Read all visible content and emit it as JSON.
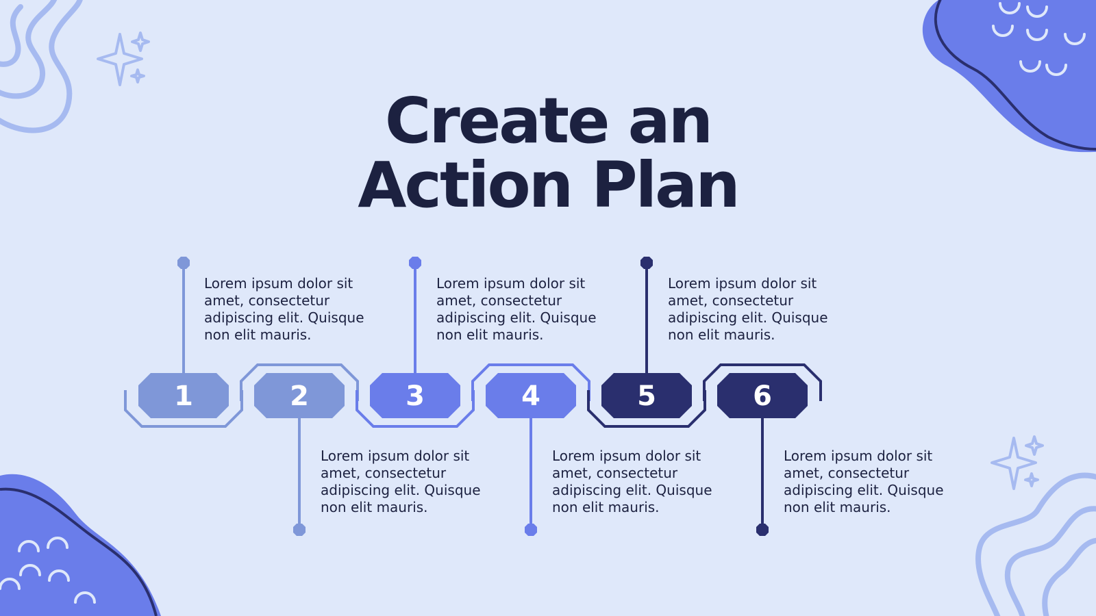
{
  "title": {
    "line1": "Create an",
    "line2": "Action Plan"
  },
  "colors": {
    "background": "#dfe8fa",
    "title": "#1c2140",
    "text": "#1c2140",
    "step_light": "#7f97d8",
    "step_medium": "#6a7dea",
    "step_dark": "#2a2f6e",
    "blob": "#6a7dea",
    "swirl": "#a6baf0"
  },
  "steps": [
    {
      "number": "1",
      "text": "Lorem ipsum dolor sit\namet, consectetur\nadipiscing elit. Quisque\nnon elit mauris.",
      "color": "#7f97d8"
    },
    {
      "number": "2",
      "text": "Lorem ipsum dolor sit\namet, consectetur\nadipiscing elit. Quisque\nnon elit mauris.",
      "color": "#7f97d8"
    },
    {
      "number": "3",
      "text": "Lorem ipsum dolor sit\namet, consectetur\nadipiscing elit. Quisque\nnon elit mauris.",
      "color": "#6a7dea"
    },
    {
      "number": "4",
      "text": "Lorem ipsum dolor sit\namet, consectetur\nadipiscing elit. Quisque\nnon elit mauris.",
      "color": "#6a7dea"
    },
    {
      "number": "5",
      "text": "Lorem ipsum dolor sit\namet, consectetur\nadipiscing elit. Quisque\nnon elit mauris.",
      "color": "#2a2f6e"
    },
    {
      "number": "6",
      "text": "Lorem ipsum dolor sit\namet, consectetur\nadipiscing elit. Quisque\nnon elit mauris.",
      "color": "#2a2f6e"
    }
  ],
  "decorations": {
    "top_left": [
      "swirl-lines-icon",
      "sparkle-stars-icon"
    ],
    "top_right": "blob-with-arcs-icon",
    "bottom_left": "blob-with-arcs-icon",
    "bottom_right": [
      "swirl-lines-icon",
      "sparkle-stars-icon"
    ]
  }
}
